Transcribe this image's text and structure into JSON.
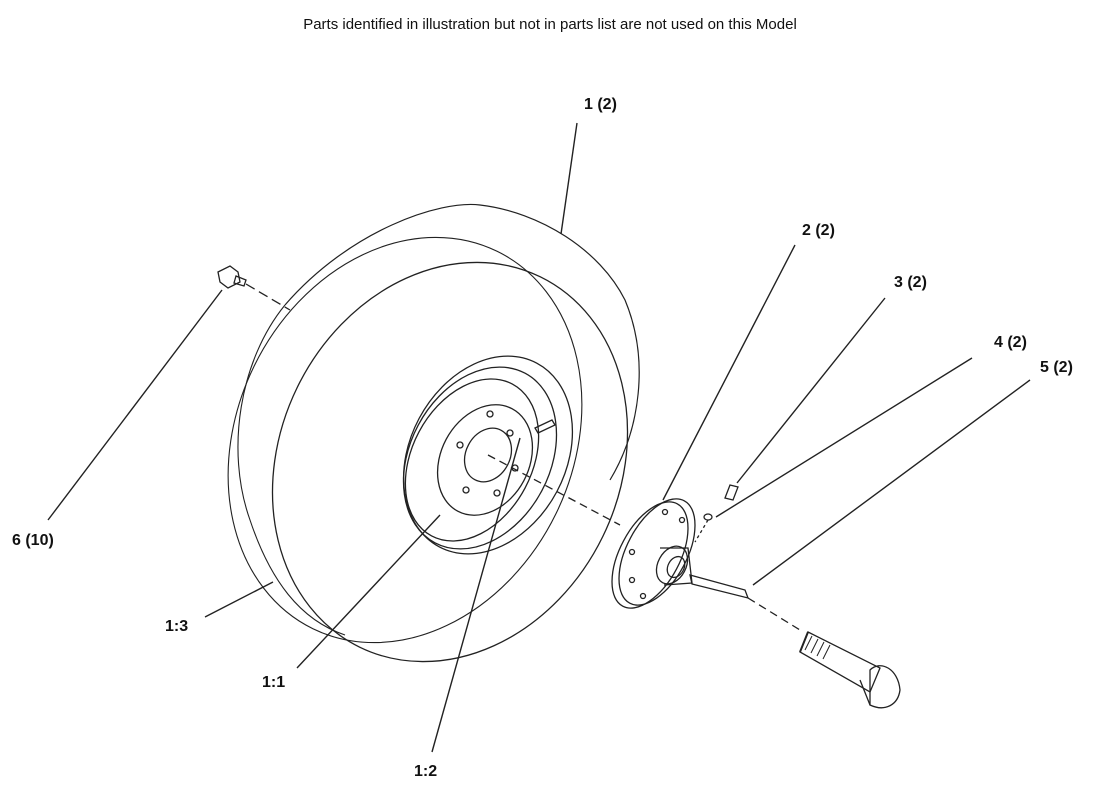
{
  "note": "Parts identified in illustration but not in parts list are not used on this Model",
  "callouts": {
    "wheel_assembly": "1 (2)",
    "hub": "2 (2)",
    "screw": "3 (2)",
    "washer": "4 (2)",
    "key": "5 (2)",
    "lug_bolt": "6 (10)",
    "tire": "1:3",
    "rim": "1:1",
    "valve_stem": "1:2"
  },
  "colors": {
    "line": "#222222",
    "background": "#ffffff"
  }
}
